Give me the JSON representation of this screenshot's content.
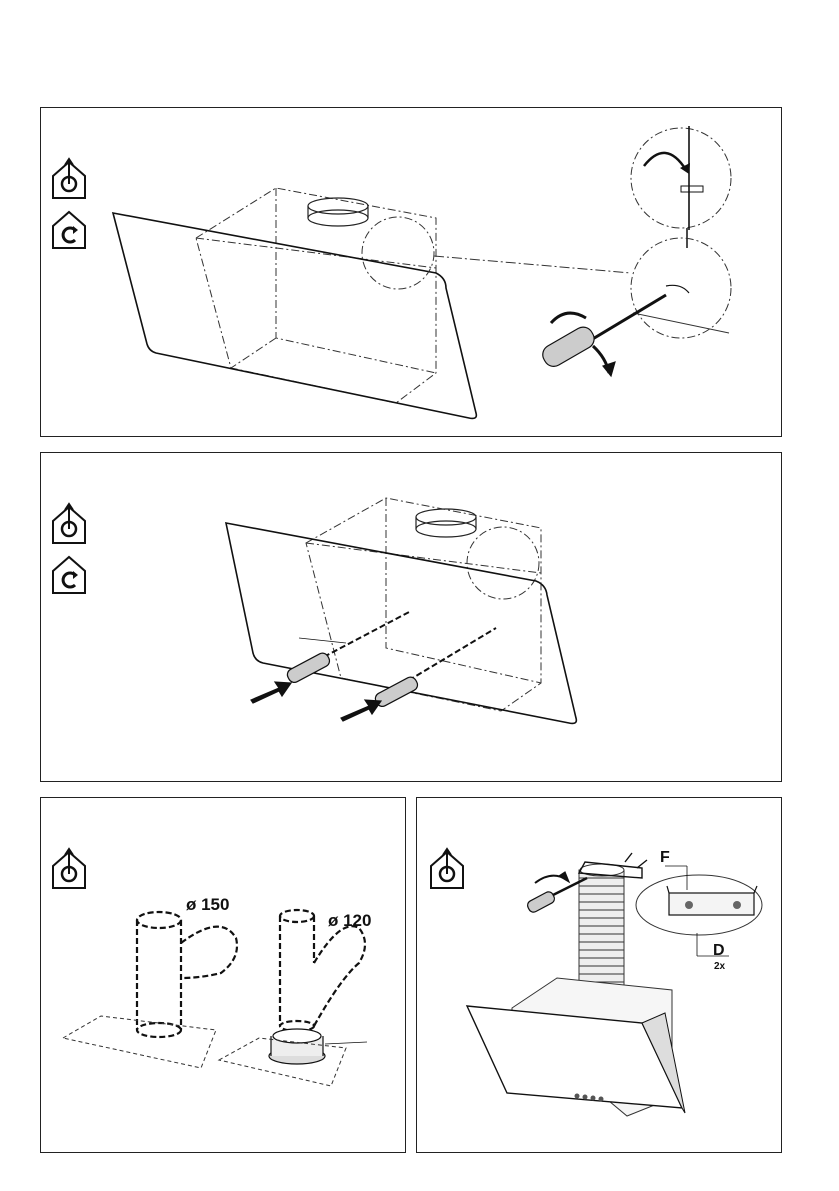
{
  "panels": {
    "p1": {
      "icons": [
        "ducted-mode-icon",
        "recirculation-mode-icon"
      ]
    },
    "p2": {
      "icons": [
        "ducted-mode-icon",
        "recirculation-mode-icon"
      ]
    },
    "p3": {
      "icons": [
        "ducted-mode-icon"
      ],
      "diameter_large": "ø 150",
      "diameter_small": "ø 120"
    },
    "p4": {
      "icons": [
        "ducted-mode-icon"
      ],
      "label_f": "F",
      "label_d": "D",
      "label_qty": "2x"
    }
  }
}
